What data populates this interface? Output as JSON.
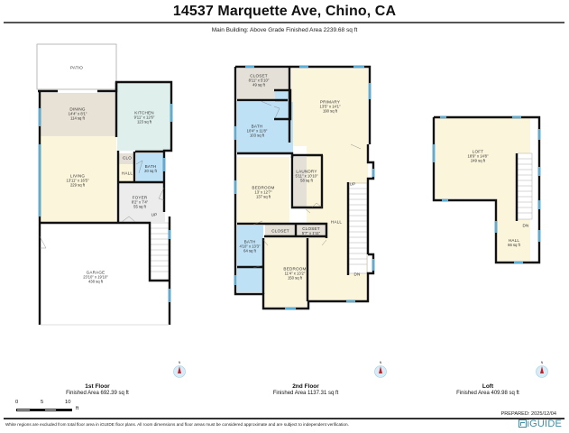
{
  "header": {
    "title": "14537 Marquette Ave, Chino, CA",
    "subtitle": "Main Building: Above Grade Finished Area 2239.68 sq ft"
  },
  "colors": {
    "wall": "#111111",
    "window": "#5aaed6",
    "living_fill": "#fbf5dc",
    "dining_fill": "#e8e2d6",
    "kitchen_fill": "#dff0ec",
    "bath_fill": "#bfe1f5",
    "hall_fill": "#ececec",
    "closet_fill": "#e4e0d8",
    "excluded_fill": "#ffffff",
    "brand": "#3d8fa8",
    "compass_arrow": "#c0202a"
  },
  "floors": [
    {
      "name": "1st Floor",
      "finished_area": "Finished Area 692.39 sq ft",
      "rooms": [
        {
          "name": "PATIO",
          "dims": "",
          "area": ""
        },
        {
          "name": "DINING",
          "dims": "14'4\" x 8'1\"",
          "area": "114 sq ft"
        },
        {
          "name": "KITCHEN",
          "dims": "9'11\" x 12'6\"",
          "area": "123 sq ft"
        },
        {
          "name": "LIVING",
          "dims": "13'11\" x 16'5\"",
          "area": "229 sq ft"
        },
        {
          "name": "CLO",
          "dims": "",
          "area": ""
        },
        {
          "name": "HALL",
          "dims": "",
          "area": ""
        },
        {
          "name": "BATH",
          "dims": "",
          "area": "20 sq ft"
        },
        {
          "name": "FOYER",
          "dims": "8'2\" x 7'4\"",
          "area": "55 sq ft"
        },
        {
          "name": "UP",
          "dims": "",
          "area": ""
        },
        {
          "name": "GARAGE",
          "dims": "23'10\" x 19'10\"",
          "area": "438 sq ft"
        }
      ]
    },
    {
      "name": "2nd Floor",
      "finished_area": "Finished Area 1137.31 sq ft",
      "rooms": [
        {
          "name": "CLOSET",
          "dims": "8'11\" x 5'10\"",
          "area": "49 sq ft"
        },
        {
          "name": "PRIMARY",
          "dims": "13'5\" x 14'1\"",
          "area": "190 sq ft"
        },
        {
          "name": "BATH",
          "dims": "10'4\" x 11'8\"",
          "area": "103 sq ft"
        },
        {
          "name": "BEDROOM",
          "dims": "13' x 12'7\"",
          "area": "137 sq ft"
        },
        {
          "name": "LAUNDRY",
          "dims": "5'11\" x 10'10\"",
          "area": "58 sq ft"
        },
        {
          "name": "UP",
          "dims": "",
          "area": ""
        },
        {
          "name": "HALL",
          "dims": "",
          "area": ""
        },
        {
          "name": "CLOSET",
          "dims": "",
          "area": ""
        },
        {
          "name": "CLOSET",
          "dims": "5'7\" x 1'11\"",
          "area": ""
        },
        {
          "name": "BATH",
          "dims": "4'10\" x 13'3\"",
          "area": "64 sq ft"
        },
        {
          "name": "BEDROOM",
          "dims": "11'4\" x 13'2\"",
          "area": "150 sq ft"
        },
        {
          "name": "DN",
          "dims": "",
          "area": ""
        }
      ]
    },
    {
      "name": "Loft",
      "finished_area": "Finished Area 409.98 sq ft",
      "rooms": [
        {
          "name": "LOFT",
          "dims": "18'9\" x 14'8\"",
          "area": "249 sq ft"
        },
        {
          "name": "DN",
          "dims": "",
          "area": ""
        },
        {
          "name": "HALL",
          "dims": "",
          "area": "66 sq ft"
        }
      ]
    }
  ],
  "compass": {
    "label": "N"
  },
  "scale": {
    "ticks": [
      "0",
      "5",
      "10"
    ],
    "unit": "ft"
  },
  "footer": {
    "prepared": "PREPARED: 2025/12/04",
    "disclaimer": "White regions are excluded from total floor area in iGUIDE floor plans. All room dimensions and floor areas must be considered approximate and are subject to independent verification.",
    "brand": "iGUIDE"
  }
}
